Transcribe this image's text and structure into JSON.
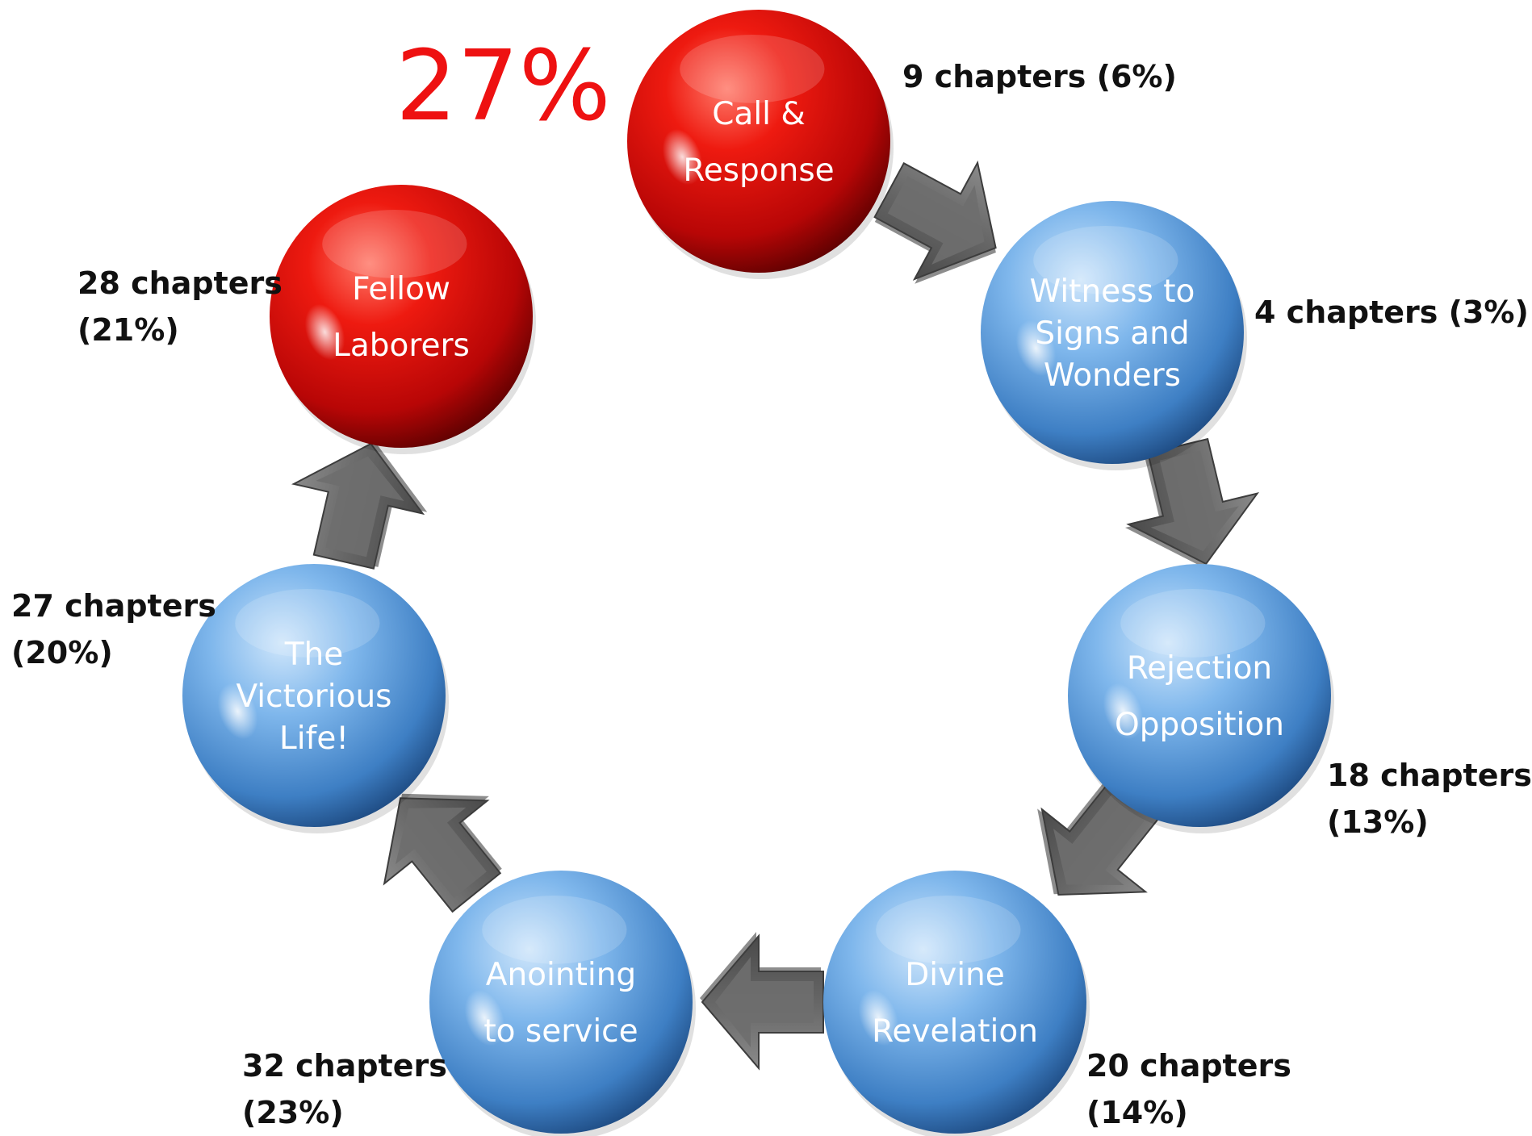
{
  "highlight": {
    "value": "27%",
    "color": "#ee1111"
  },
  "colors": {
    "red": "#cc0a0a",
    "blue": "#5ba4e6",
    "arrow": "#6b6b6b"
  },
  "nodes": [
    {
      "id": "call-response",
      "color": "red",
      "lines": [
        "Call &",
        "Response"
      ],
      "chapters": [
        "9 chapters  (6%)"
      ]
    },
    {
      "id": "witness",
      "color": "blue",
      "lines": [
        "Witness to",
        "Signs and",
        "Wonders"
      ],
      "chapters": [
        "4 chapters (3%)"
      ]
    },
    {
      "id": "rejection",
      "color": "blue",
      "lines": [
        "Rejection",
        "Opposition"
      ],
      "chapters": [
        "18 chapters",
        "(13%)"
      ]
    },
    {
      "id": "divine-revelation",
      "color": "blue",
      "lines": [
        "Divine",
        "Revelation"
      ],
      "chapters": [
        "20 chapters",
        "(14%)"
      ]
    },
    {
      "id": "anointing",
      "color": "blue",
      "lines": [
        "Anointing",
        "to service"
      ],
      "chapters": [
        "32 chapters",
        "(23%)"
      ]
    },
    {
      "id": "victorious-life",
      "color": "blue",
      "lines": [
        "The",
        "Victorious",
        "Life!"
      ],
      "chapters": [
        "27 chapters",
        "(20%)"
      ]
    },
    {
      "id": "fellow-laborers",
      "color": "red",
      "lines": [
        "Fellow",
        "Laborers"
      ],
      "chapters": [
        "28 chapters",
        "(21%)"
      ]
    }
  ],
  "arrows": [
    {
      "from": "call-response",
      "to": "witness"
    },
    {
      "from": "witness",
      "to": "rejection"
    },
    {
      "from": "rejection",
      "to": "divine-revelation"
    },
    {
      "from": "divine-revelation",
      "to": "anointing"
    },
    {
      "from": "anointing",
      "to": "victorious-life"
    },
    {
      "from": "victorious-life",
      "to": "fellow-laborers"
    }
  ]
}
